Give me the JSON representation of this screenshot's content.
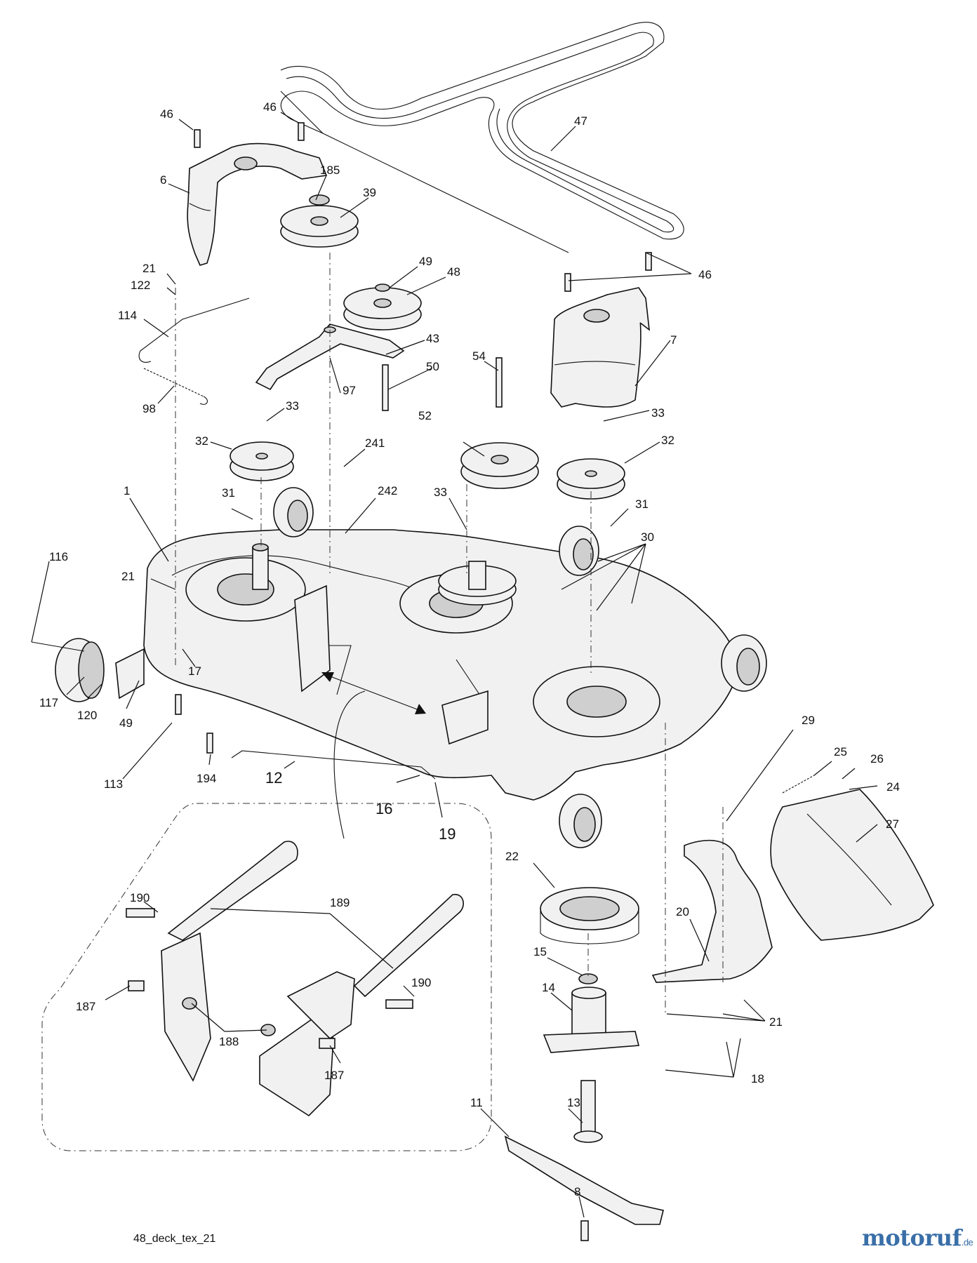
{
  "diagram": {
    "caption": "48_deck_tex_21",
    "watermark": {
      "name": "motoruf",
      "suffix": ".de"
    },
    "callouts": [
      {
        "id": "c-46-a",
        "label": "46"
      },
      {
        "id": "c-46-b",
        "label": "46"
      },
      {
        "id": "c-47",
        "label": "47"
      },
      {
        "id": "c-6",
        "label": "6"
      },
      {
        "id": "c-185",
        "label": "185"
      },
      {
        "id": "c-39",
        "label": "39"
      },
      {
        "id": "c-46-c",
        "label": "46"
      },
      {
        "id": "c-21-a",
        "label": "21"
      },
      {
        "id": "c-122",
        "label": "122"
      },
      {
        "id": "c-49-a",
        "label": "49"
      },
      {
        "id": "c-48",
        "label": "48"
      },
      {
        "id": "c-114",
        "label": "114"
      },
      {
        "id": "c-43",
        "label": "43"
      },
      {
        "id": "c-7",
        "label": "7"
      },
      {
        "id": "c-54",
        "label": "54"
      },
      {
        "id": "c-50",
        "label": "50"
      },
      {
        "id": "c-98",
        "label": "98"
      },
      {
        "id": "c-97",
        "label": "97"
      },
      {
        "id": "c-33-a",
        "label": "33"
      },
      {
        "id": "c-33-b",
        "label": "33"
      },
      {
        "id": "c-32-a",
        "label": "32"
      },
      {
        "id": "c-52",
        "label": "52"
      },
      {
        "id": "c-32-b",
        "label": "32"
      },
      {
        "id": "c-241",
        "label": "241"
      },
      {
        "id": "c-1",
        "label": "1"
      },
      {
        "id": "c-242",
        "label": "242"
      },
      {
        "id": "c-31-a",
        "label": "31"
      },
      {
        "id": "c-33-c",
        "label": "33"
      },
      {
        "id": "c-31-b",
        "label": "31"
      },
      {
        "id": "c-30",
        "label": "30"
      },
      {
        "id": "c-116",
        "label": "116"
      },
      {
        "id": "c-21-b",
        "label": "21"
      },
      {
        "id": "c-17",
        "label": "17"
      },
      {
        "id": "c-117",
        "label": "117"
      },
      {
        "id": "c-120",
        "label": "120"
      },
      {
        "id": "c-49-b",
        "label": "49"
      },
      {
        "id": "c-29",
        "label": "29"
      },
      {
        "id": "c-113",
        "label": "113"
      },
      {
        "id": "c-194",
        "label": "194"
      },
      {
        "id": "c-12",
        "label": "12"
      },
      {
        "id": "c-25",
        "label": "25"
      },
      {
        "id": "c-26",
        "label": "26"
      },
      {
        "id": "c-24",
        "label": "24"
      },
      {
        "id": "c-16",
        "label": "16"
      },
      {
        "id": "c-19",
        "label": "19"
      },
      {
        "id": "c-27",
        "label": "27"
      },
      {
        "id": "c-22",
        "label": "22"
      },
      {
        "id": "c-190-a",
        "label": "190"
      },
      {
        "id": "c-189",
        "label": "189"
      },
      {
        "id": "c-20",
        "label": "20"
      },
      {
        "id": "c-15",
        "label": "15"
      },
      {
        "id": "c-190-b",
        "label": "190"
      },
      {
        "id": "c-187-a",
        "label": "187"
      },
      {
        "id": "c-14",
        "label": "14"
      },
      {
        "id": "c-21-c",
        "label": "21"
      },
      {
        "id": "c-188",
        "label": "188"
      },
      {
        "id": "c-187-b",
        "label": "187"
      },
      {
        "id": "c-18",
        "label": "18"
      },
      {
        "id": "c-11",
        "label": "11"
      },
      {
        "id": "c-13",
        "label": "13"
      },
      {
        "id": "c-8",
        "label": "8"
      }
    ]
  }
}
